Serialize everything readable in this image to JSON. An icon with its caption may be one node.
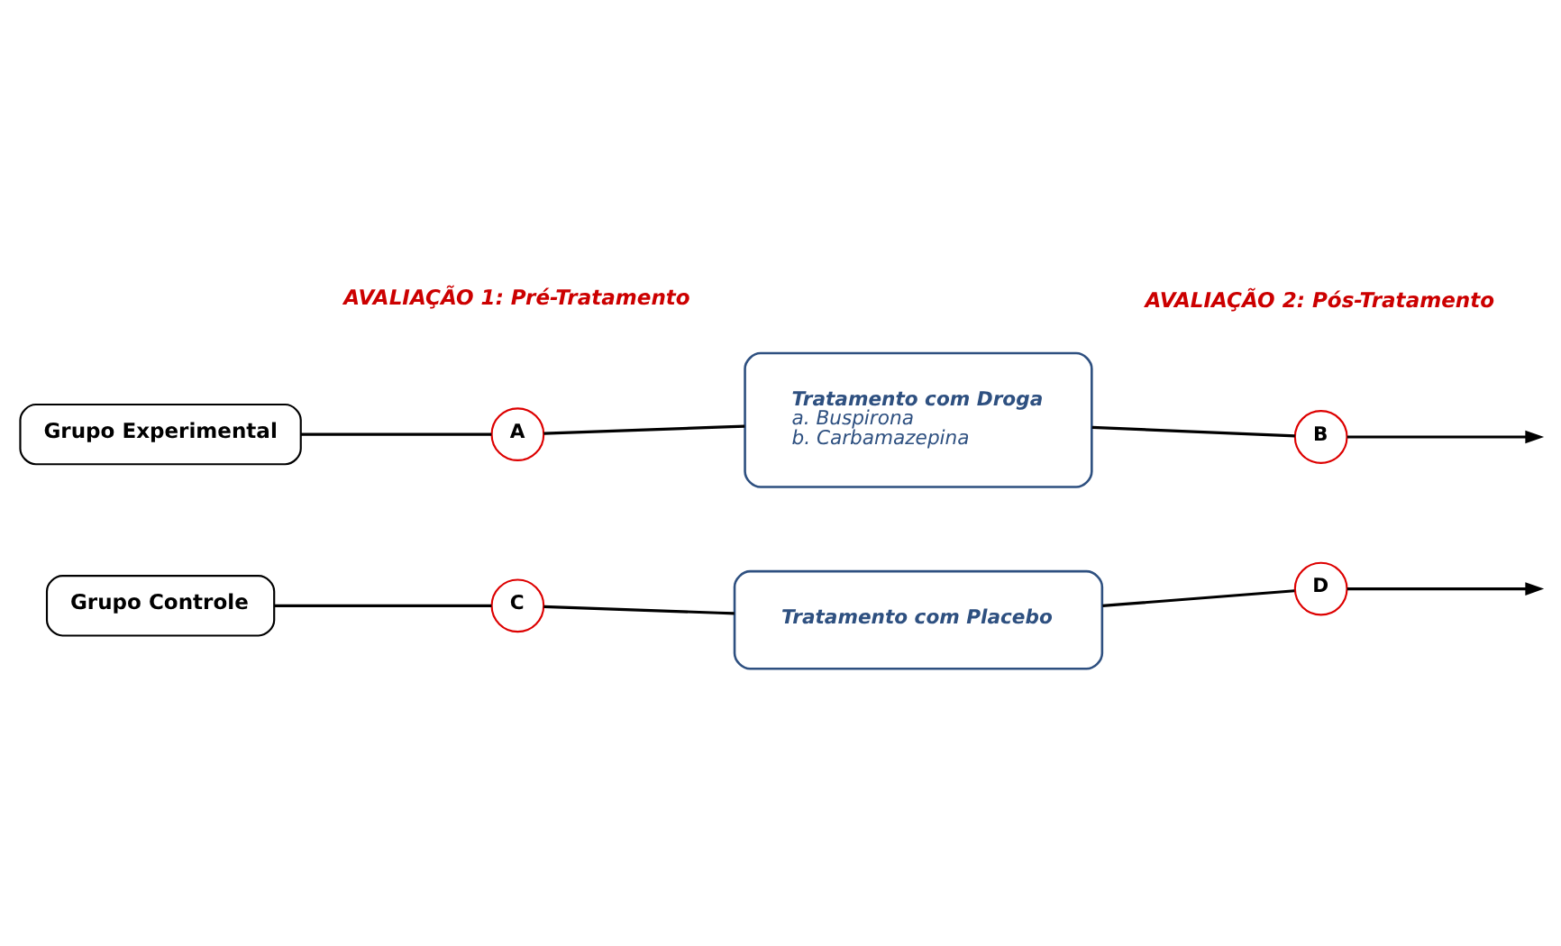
{
  "diagram": {
    "nodes": [
      {
        "text": [
          "Grupo Experimental"
        ]
      },
      {
        "text": [
          "A"
        ]
      },
      {
        "text": [
          "Tratamento com Droga",
          "a. Buspirona",
          "b. Carbamazepina"
        ]
      },
      {
        "text": [
          "B"
        ]
      },
      {
        "text": [
          "Grupo Controle"
        ]
      },
      {
        "text": [
          "C"
        ]
      },
      {
        "text": [
          "Tratamento com Placebo"
        ]
      },
      {
        "text": [
          "D"
        ]
      }
    ],
    "edges": [
      {
        "from": 0,
        "to": 1,
        "arrow": "none"
      },
      {
        "from": 1,
        "to": 2,
        "arrow": "none"
      },
      {
        "from": 2,
        "to": 3,
        "arrow": "none"
      },
      {
        "from": 3,
        "to": null,
        "arrow": "to"
      },
      {
        "from": 4,
        "to": 5,
        "arrow": "none"
      },
      {
        "from": 5,
        "to": 6,
        "arrow": "none"
      },
      {
        "from": 6,
        "to": 7,
        "arrow": "none"
      },
      {
        "from": 7,
        "to": null,
        "arrow": "to"
      }
    ],
    "labels": [
      "AVALIAÇÃO 1: Pré-Tratamento",
      "AVALIAÇÃO 2: Pós-Tratamento"
    ]
  }
}
